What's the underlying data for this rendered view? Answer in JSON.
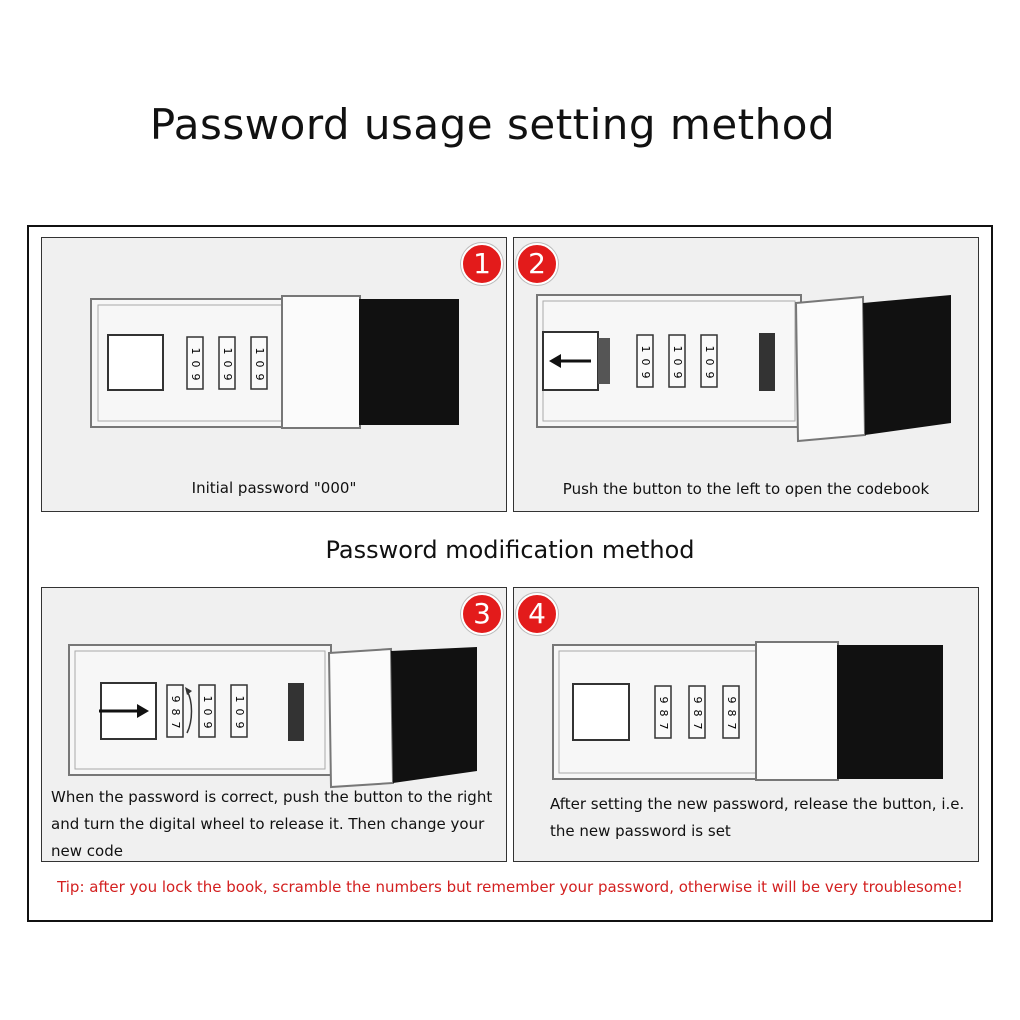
{
  "title": "Password usage setting method",
  "subtitle": "Password modification method",
  "steps": [
    {
      "number": "1",
      "caption": "Initial password \"000\""
    },
    {
      "number": "2",
      "caption": "Push the button to the left to open the codebook"
    },
    {
      "number": "3",
      "caption_lines": [
        "When the password is correct, push the button to the right",
        "and turn the digital wheel to release it. Then change your",
        "new code"
      ]
    },
    {
      "number": "4",
      "caption_lines": [
        "After setting the new password, release the button, i.e.",
        "the new password is set"
      ]
    }
  ],
  "wheels_initial": [
    "1",
    "0",
    "9"
  ],
  "wheels_new": [
    "9",
    "8",
    "7"
  ],
  "tip": "Tip: after you lock the book, scramble the numbers but remember your password, otherwise it will be very troublesome!",
  "colors": {
    "badge": "#e31b1b",
    "tip": "#d32020",
    "panel": "#f0f0f0",
    "cover": "#111111"
  }
}
